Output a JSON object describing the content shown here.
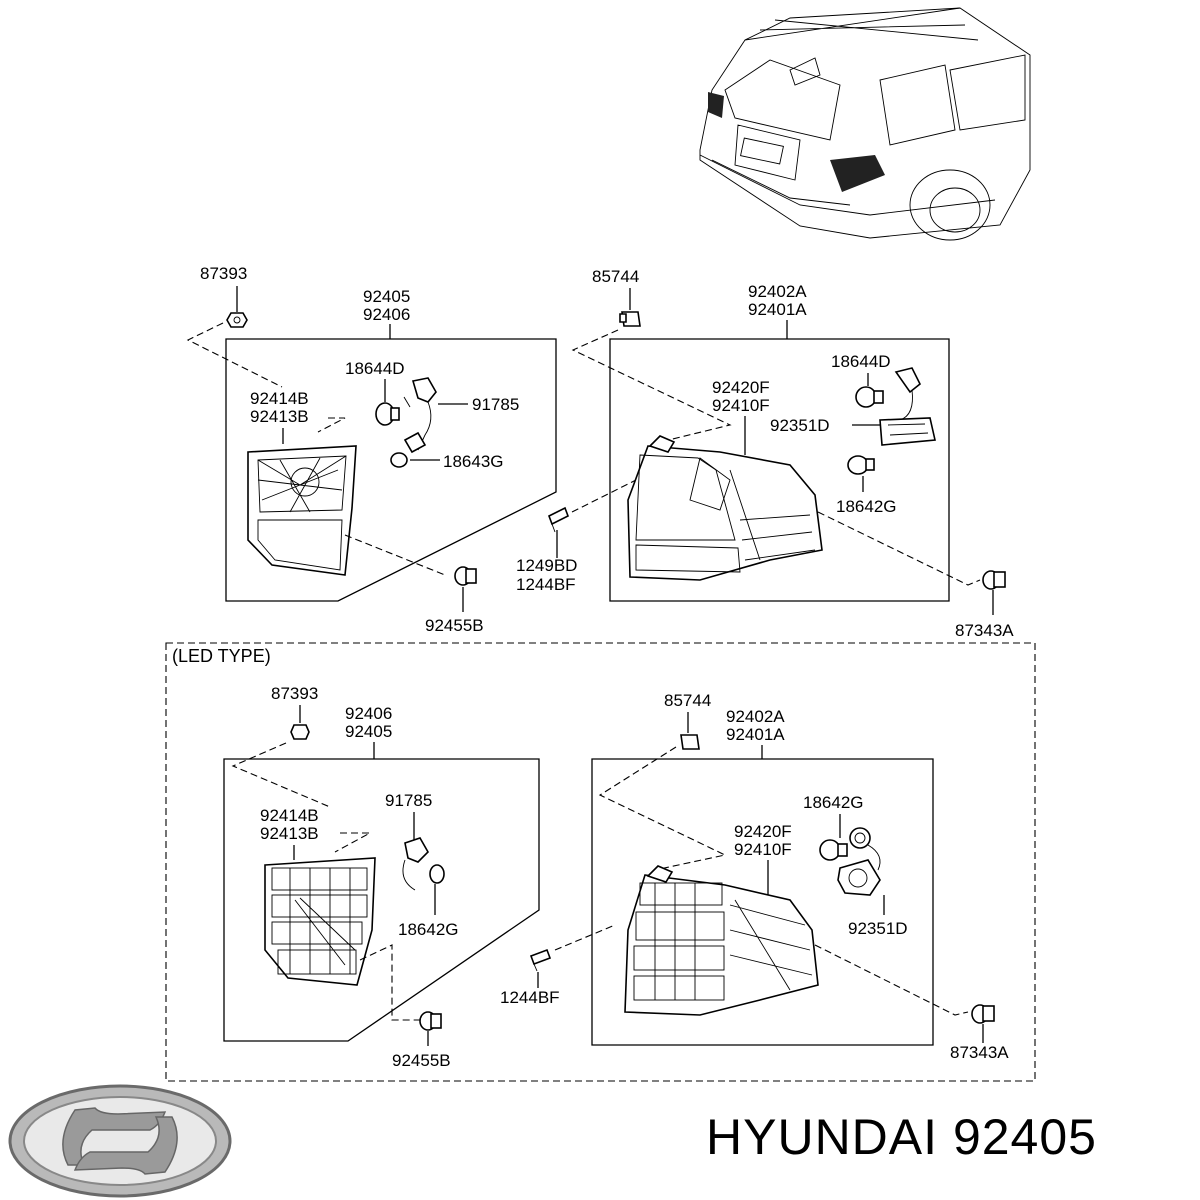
{
  "logo": {
    "icon": "hyundai-logo-icon"
  },
  "caption": {
    "brand": "HYUNDAI",
    "part_number": "92405"
  },
  "top_section": {
    "left": {
      "fastener": "87393",
      "assembly": [
        "92405",
        "92406"
      ],
      "bulb_upper": "18644D",
      "lens": [
        "92414B",
        "92413B"
      ],
      "socket": "91785",
      "bulb_lower": "18643G",
      "grommet": "92455B"
    },
    "center": {
      "clip": "85744",
      "screw": [
        "1249BD",
        "1244BF"
      ]
    },
    "right": {
      "assembly": [
        "92402A",
        "92401A"
      ],
      "bulb_upper": "18644D",
      "lens": [
        "92420F",
        "92410F"
      ],
      "socket": "92351D",
      "bulb_lower": "18642G",
      "grommet": "87343A"
    }
  },
  "led_section": {
    "title": "(LED TYPE)",
    "left": {
      "fastener": "87393",
      "assembly": [
        "92406",
        "92405"
      ],
      "lens": [
        "92414B",
        "92413B"
      ],
      "socket": "91785",
      "bulb": "18642G",
      "grommet": "92455B"
    },
    "center": {
      "clip": "85744",
      "screw": "1244BF"
    },
    "right": {
      "assembly": [
        "92402A",
        "92401A"
      ],
      "bulb": "18642G",
      "lens": [
        "92420F",
        "92410F"
      ],
      "socket": "92351D",
      "grommet": "87343A"
    }
  }
}
